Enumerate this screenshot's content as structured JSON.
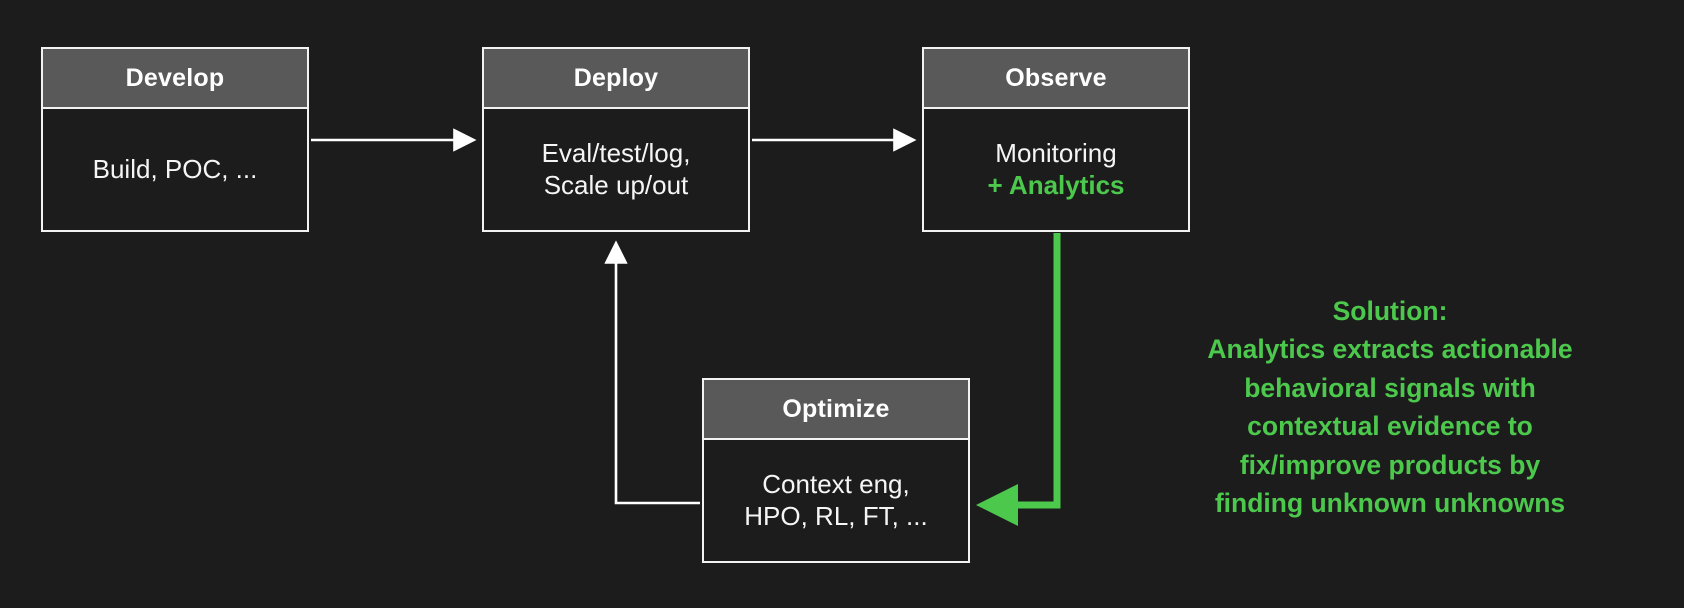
{
  "meta": {
    "background_color": "#1c1c1c",
    "accent_color": "#4cc94c",
    "box_header_color": "#595959",
    "border_color": "#f2f2f2",
    "text_color": "#ffffff"
  },
  "diagram": {
    "nodes": [
      {
        "id": "develop",
        "title": "Develop",
        "body_lines": [
          "Build, POC, ..."
        ],
        "accent_lines": []
      },
      {
        "id": "deploy",
        "title": "Deploy",
        "body_lines": [
          "Eval/test/log,",
          "Scale up/out"
        ],
        "accent_lines": []
      },
      {
        "id": "observe",
        "title": "Observe",
        "body_lines": [
          "Monitoring"
        ],
        "accent_lines": [
          "+ Analytics"
        ]
      },
      {
        "id": "optimize",
        "title": "Optimize",
        "body_lines": [
          "Context eng,",
          "HPO, RL, FT, ..."
        ],
        "accent_lines": []
      }
    ],
    "connectors": [
      {
        "id": "develop-to-deploy",
        "from": "develop",
        "to": "deploy",
        "color": "#ffffff",
        "style": "straight-arrow"
      },
      {
        "id": "deploy-to-observe",
        "from": "deploy",
        "to": "observe",
        "color": "#ffffff",
        "style": "straight-arrow"
      },
      {
        "id": "observe-to-optimize",
        "from": "observe",
        "to": "optimize",
        "color": "#4cc94c",
        "style": "elbow-arrow"
      },
      {
        "id": "optimize-to-deploy",
        "from": "optimize",
        "to": "deploy",
        "color": "#ffffff",
        "style": "elbow-arrow"
      }
    ]
  },
  "solution": {
    "lines": [
      "Solution:",
      "Analytics extracts actionable",
      "behavioral signals with",
      "contextual evidence to",
      "fix/improve products by",
      "finding unknown unknowns"
    ]
  }
}
